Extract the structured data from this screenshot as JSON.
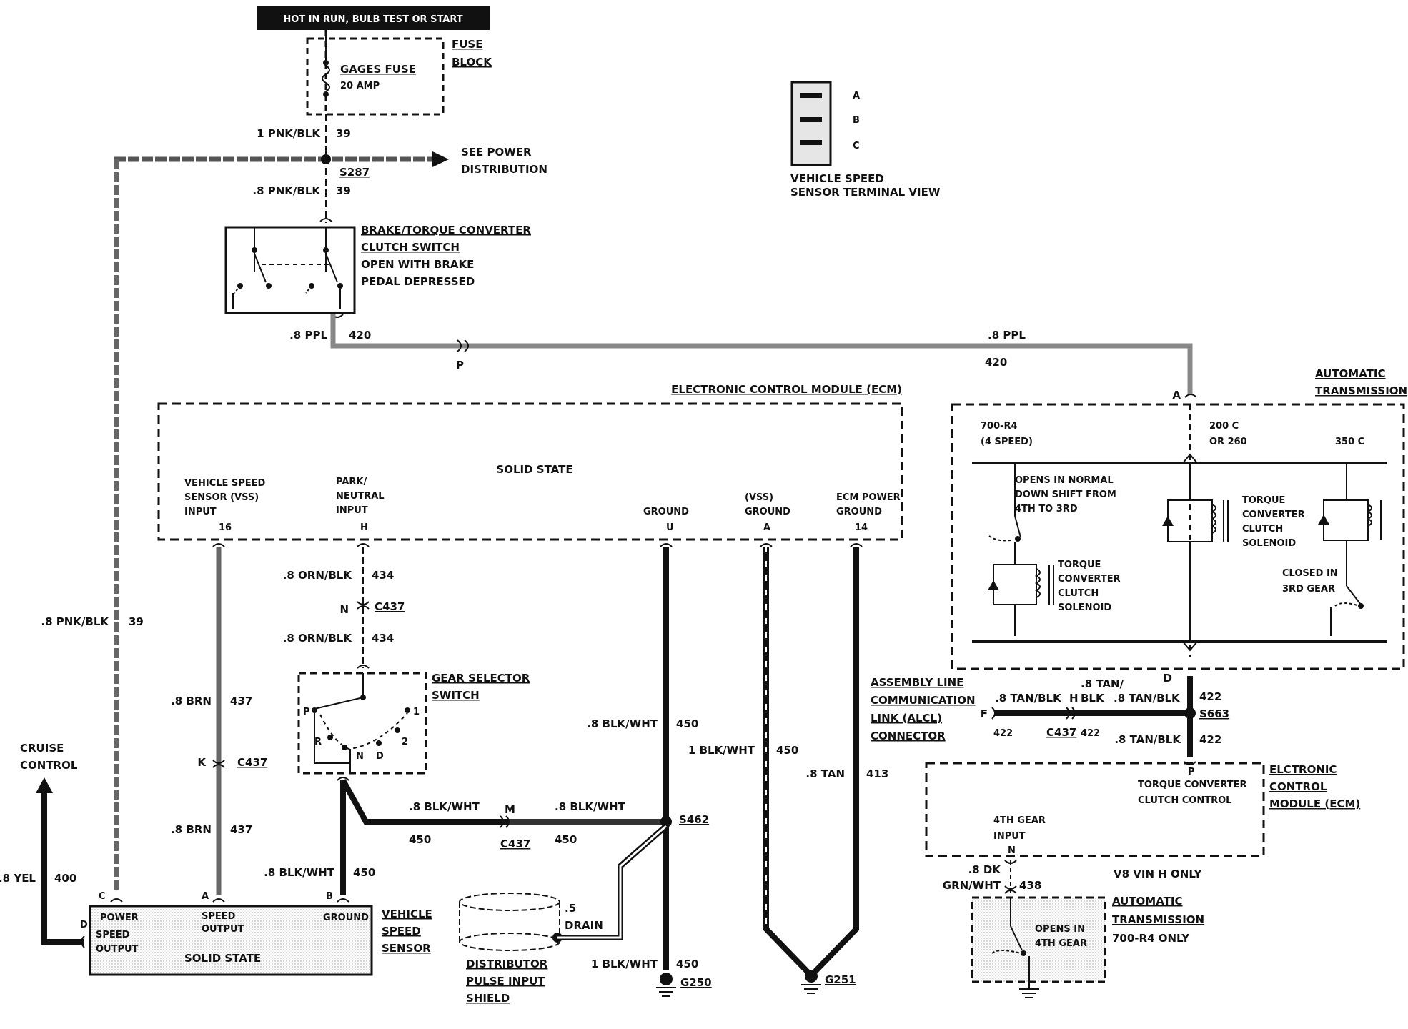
{
  "header_banner": "HOT IN RUN, BULB TEST OR START",
  "fuse_block": {
    "title_1": "FUSE",
    "title_2": "BLOCK",
    "fuse_name": "GAGES FUSE",
    "fuse_rating": "20 AMP"
  },
  "wire_top": {
    "size": "1 PNK/BLK",
    "circuit": "39"
  },
  "splice_top": {
    "name": "S287",
    "see": "SEE POWER",
    "see2": "DISTRIBUTION"
  },
  "wire_mid": {
    "size": ".8 PNK/BLK",
    "circuit": "39"
  },
  "brake_switch": {
    "title_1": "BRAKE/TORQUE CONVERTER",
    "title_2": "CLUTCH SWITCH",
    "note_1": "OPEN WITH BRAKE",
    "note_2": "PEDAL DEPRESSED"
  },
  "wire_ppl_left": {
    "size": ".8 PPL",
    "circuit": "420",
    "connector": "P"
  },
  "wire_ppl_right": {
    "size": ".8 PPL",
    "circuit": "420"
  },
  "terminal_view": {
    "pins": [
      "A",
      "B",
      "C"
    ],
    "label_1": "VEHICLE SPEED",
    "label_2": "SENSOR TERMINAL VIEW"
  },
  "ecm": {
    "title": "ELECTRONIC CONTROL MODULE (ECM)",
    "solid_state": "SOLID STATE",
    "vss_in": [
      "VEHICLE SPEED",
      "SENSOR (VSS)",
      "INPUT",
      "16"
    ],
    "park_neutral": [
      "PARK/",
      "NEUTRAL",
      "INPUT",
      "H"
    ],
    "ground": [
      "GROUND",
      "U"
    ],
    "vss_ground": [
      "(VSS)",
      "GROUND",
      "A"
    ],
    "ecm_power": [
      "ECM POWER",
      "GROUND",
      "14"
    ]
  },
  "auto_trans": {
    "title_1": "AUTOMATIC",
    "title_2": "TRANSMISSION",
    "pin_a": "A",
    "pin_d": "D",
    "col1": [
      "700-R4",
      "(4 SPEED)"
    ],
    "col2": [
      "200 C",
      "OR 260"
    ],
    "col3": "350 C",
    "opens": [
      "OPENS IN NORMAL",
      "DOWN SHIFT FROM",
      "4TH TO 3RD"
    ],
    "tcc_left": [
      "TORQUE",
      "CONVERTER",
      "CLUTCH",
      "SOLENOID"
    ],
    "tcc_right": [
      "TORQUE",
      "CONVERTER",
      "CLUTCH",
      "SOLENOID"
    ],
    "closed": [
      "CLOSED IN",
      "3RD GEAR"
    ]
  },
  "left_wire": {
    "size": ".8 PNK/BLK",
    "circuit": "39"
  },
  "brn_wire": {
    "size": ".8 BRN",
    "circuit": "437",
    "conn_pin": "K",
    "conn": "C437"
  },
  "orn_wire": {
    "size": ".8 ORN/BLK",
    "circuit": "434",
    "conn_pin": "N",
    "conn": "C437"
  },
  "gear_switch": {
    "title_1": "GEAR SELECTOR",
    "title_2": "SWITCH",
    "positions": [
      "P",
      "1",
      "R",
      "N",
      "D",
      "2"
    ]
  },
  "gear_out": {
    "size": ".8 BLK/WHT",
    "circuit": "450"
  },
  "blk_h": {
    "size1": ".8 BLK/WHT",
    "circuit1": "450",
    "conn_pin": "M",
    "conn": "C437",
    "size2": ".8 BLK/WHT",
    "circuit2": "450"
  },
  "ground_u": {
    "size": ".8 BLK/WHT",
    "circuit": "450",
    "splice": "S462"
  },
  "ground_lower": {
    "size": "1 BLK/WHT",
    "circuit": "450",
    "ground": "G250"
  },
  "vss_ground_wire": {
    "size": "1 BLK/WHT",
    "circuit": "450"
  },
  "tan_wire": {
    "size": ".8 TAN",
    "circuit": "413",
    "ground": "G251"
  },
  "cruise": {
    "line1": "CRUISE",
    "line2": "CONTROL"
  },
  "yel_wire": {
    "size": ".8 YEL",
    "circuit": "400"
  },
  "vss_module": {
    "title": [
      "VEHICLE",
      "SPEED",
      "SENSOR"
    ],
    "pins": [
      "C",
      "A",
      "B",
      "D"
    ],
    "power": "POWER",
    "speed_out": [
      "SPEED",
      "OUTPUT"
    ],
    "ground": "GROUND",
    "speed_out2": [
      "SPEED",
      "OUTPUT"
    ],
    "solid_state": "SOLID STATE"
  },
  "distributor": {
    "drain_size": ".5",
    "drain": "DRAIN",
    "label": [
      "DISTRIBUTOR",
      "PULSE INPUT",
      "SHIELD"
    ]
  },
  "alcl": {
    "title": [
      "ASSEMBLY LINE",
      "COMMUNICATION",
      "LINK (ALCL)",
      "CONNECTOR"
    ],
    "pin_f": "F",
    "circuit_a": "422",
    "size_a": ".8 TAN/BLK",
    "conn_pin": "H",
    "conn": "C437",
    "circuit_b": "422",
    "blk_tan_1": ".8 TAN/",
    "blk_tan_2": "BLK",
    "size_b": ".8 TAN/BLK",
    "circuit_c": "422",
    "splice": "S663",
    "size_c": ".8 TAN/BLK",
    "circuit_d": "422"
  },
  "ecm2": {
    "title": [
      "ELCTRONIC",
      "CONTROL",
      "MODULE (ECM)"
    ],
    "pin": "P",
    "tcc": [
      "TORQUE CONVERTER",
      "CLUTCH CONTROL"
    ],
    "input": [
      "4TH GEAR",
      "INPUT",
      "N"
    ],
    "v8": "V8 VIN H ONLY"
  },
  "grn_wire": {
    "size1": ".8 DK",
    "size2": "GRN/WHT",
    "circuit": "438"
  },
  "auto_trans2": {
    "title": [
      "AUTOMATIC",
      "TRANSMISSION",
      "700-R4 ONLY"
    ],
    "note": [
      "OPENS IN",
      "4TH GEAR"
    ]
  }
}
